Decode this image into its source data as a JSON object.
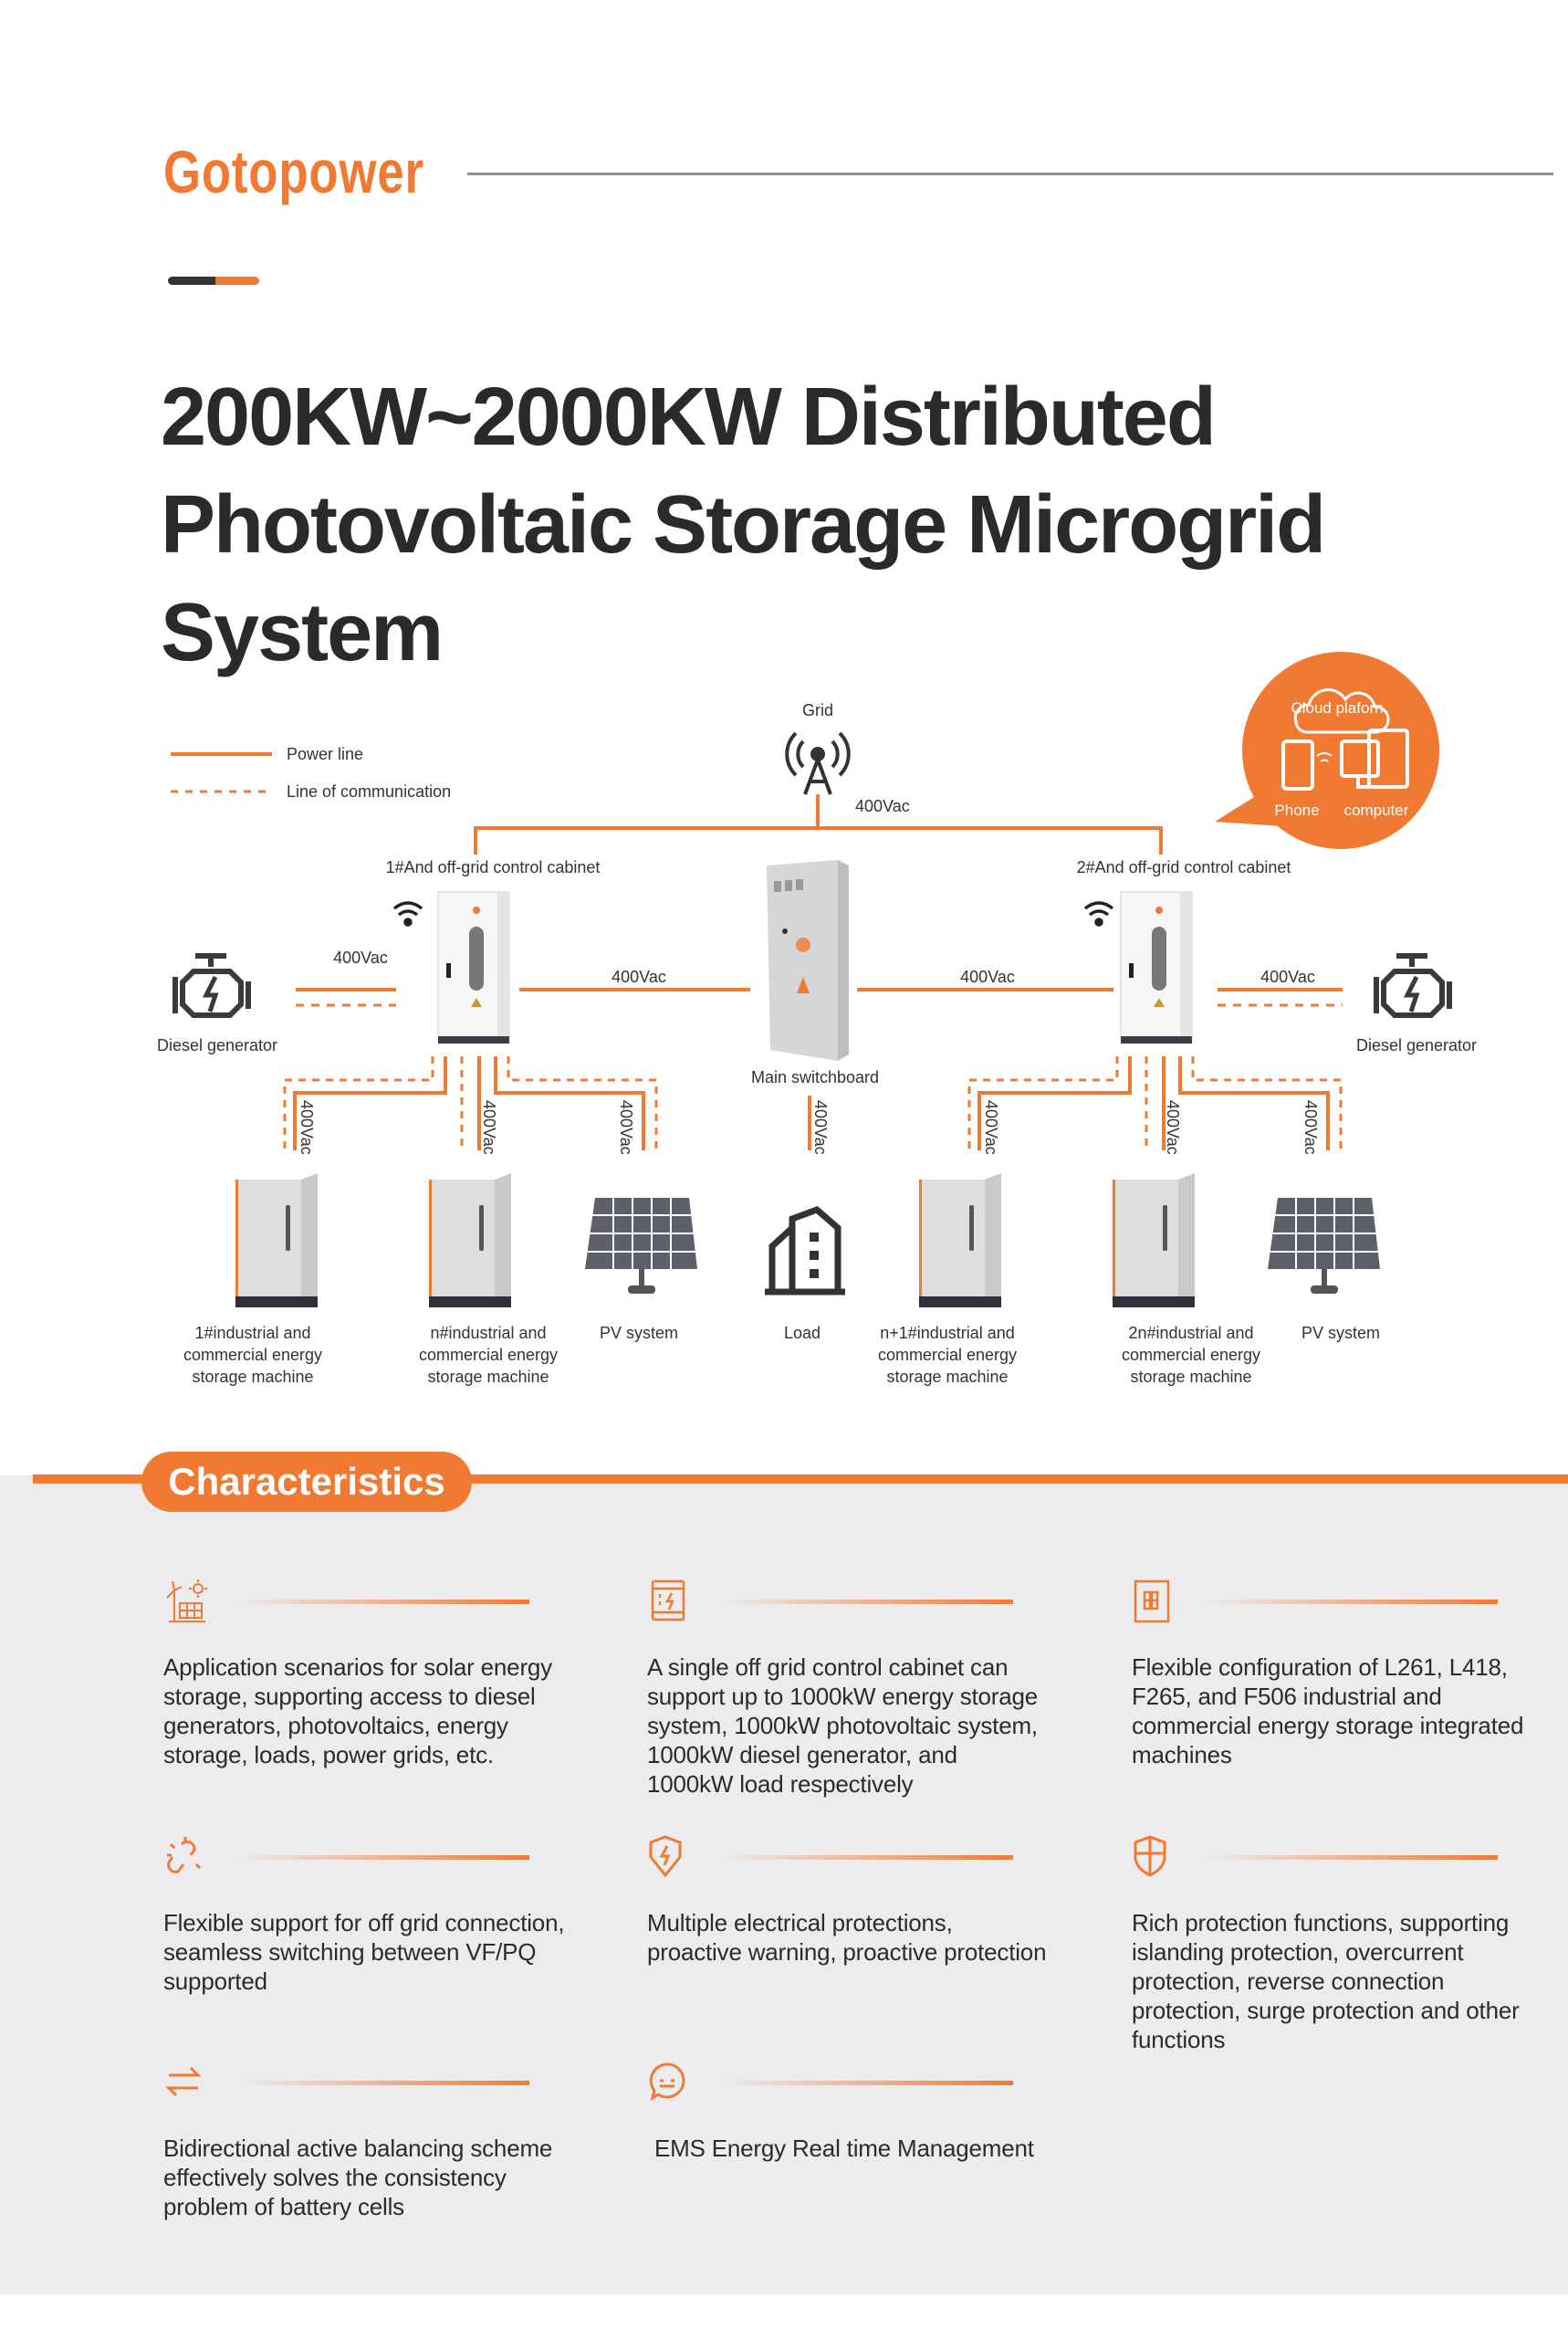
{
  "brand": {
    "name": "Gotopower"
  },
  "title": {
    "lines": [
      "200KW~2000KW Distributed",
      "Photovoltaic Storage Microgrid",
      "System"
    ]
  },
  "diagram": {
    "legend": {
      "power_line": "Power line",
      "communication_line": "Line of communication"
    },
    "grid": "Grid",
    "voltage": "400Vac",
    "cloud": {
      "title": "Cloud plaforn",
      "phone": "Phone",
      "computer": "computer"
    },
    "cabinet_1": "1#And off-grid control cabinet",
    "cabinet_2": "2#And off-grid control cabinet",
    "main_switchboard": "Main switchboard",
    "diesel_left": "Diesel generator",
    "diesel_right": "Diesel generator",
    "nodes": [
      {
        "lines": [
          "1#industrial and",
          "commercial energy",
          "storage machine"
        ]
      },
      {
        "lines": [
          "n#industrial and",
          "commercial energy",
          "storage machine"
        ]
      },
      {
        "lines": [
          "PV system"
        ]
      },
      {
        "lines": [
          "Load"
        ]
      },
      {
        "lines": [
          "n+1#industrial and",
          "commercial energy",
          "storage machine"
        ]
      },
      {
        "lines": [
          "2n#industrial and",
          "commercial energy",
          "storage machine"
        ]
      },
      {
        "lines": [
          "PV system"
        ]
      }
    ]
  },
  "characteristics": {
    "heading": "Characteristics",
    "items": [
      {
        "icon": "solar-wind-icon",
        "text": "Application scenarios for solar energy storage, supporting access to diesel generators, photovoltaics, energy storage, loads, power grids, etc."
      },
      {
        "icon": "control-cabinet-icon",
        "text": "A single off grid control cabinet can support up to 1000kW energy storage system, 1000kW photovoltaic system, 1000kW diesel generator, and 1000kW load respectively"
      },
      {
        "icon": "battery-rack-icon",
        "text": "Flexible configuration of L261, L418, F265, and F506 industrial and commercial energy storage integrated machines"
      },
      {
        "icon": "broken-link-icon",
        "text": "Flexible support for off grid connection, seamless switching between VF/PQ supported"
      },
      {
        "icon": "shield-lightning-icon",
        "text": "Multiple electrical protections, proactive warning, proactive protection"
      },
      {
        "icon": "shield-cross-icon",
        "text": "Rich protection functions, supporting islanding protection, overcurrent protection, reverse connection protection, surge protection and other functions"
      },
      {
        "icon": "exchange-arrows-icon",
        "text": "Bidirectional active balancing scheme effectively solves the consistency problem of battery cells"
      },
      {
        "icon": "chat-bubble-icon",
        "text": "EMS Energy Real time Management"
      }
    ]
  },
  "colors": {
    "accent": "#f07a32",
    "text": "#2b2b2b",
    "section_bg": "#ececee"
  }
}
